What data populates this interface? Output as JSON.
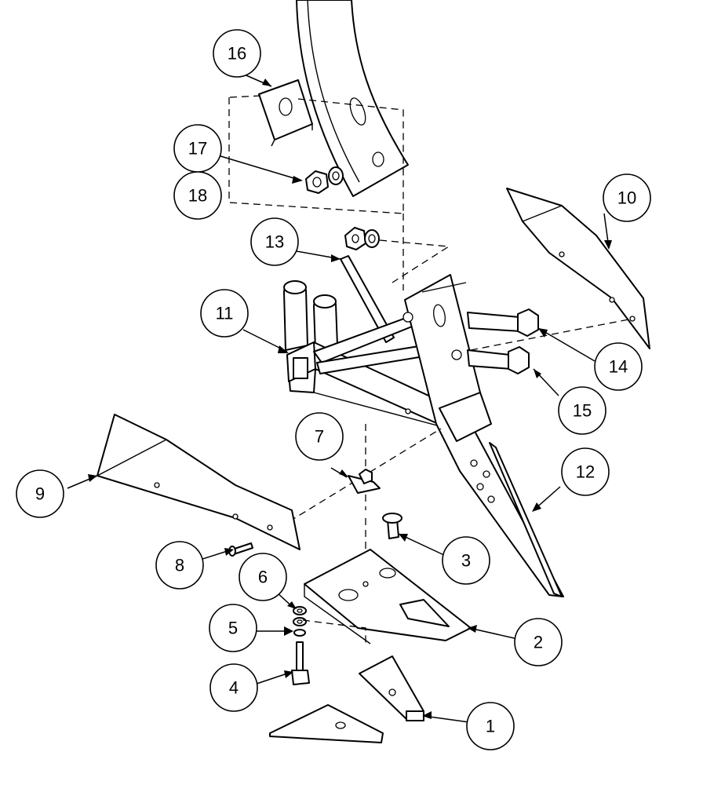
{
  "callouts": [
    {
      "id": "1",
      "label": "1",
      "part": "tip-block"
    },
    {
      "id": "2",
      "label": "2",
      "part": "shovel-point"
    },
    {
      "id": "3",
      "label": "3",
      "part": "plow-bolt"
    },
    {
      "id": "4",
      "label": "4",
      "part": "hex-bolt"
    },
    {
      "id": "5",
      "label": "5",
      "part": "lock-washer"
    },
    {
      "id": "6",
      "label": "6",
      "part": "nut"
    },
    {
      "id": "7",
      "label": "7",
      "part": "clip-nut"
    },
    {
      "id": "8",
      "label": "8",
      "part": "plow-bolt-small"
    },
    {
      "id": "9",
      "label": "9",
      "part": "left-wing"
    },
    {
      "id": "10",
      "label": "10",
      "part": "right-wing"
    },
    {
      "id": "11",
      "label": "11",
      "part": "frame-weldment"
    },
    {
      "id": "12",
      "label": "12",
      "part": "shank"
    },
    {
      "id": "13",
      "label": "13",
      "part": "brace-rod"
    },
    {
      "id": "14",
      "label": "14",
      "part": "hex-bolt-upper"
    },
    {
      "id": "15",
      "label": "15",
      "part": "hex-bolt-lower"
    },
    {
      "id": "16",
      "label": "16",
      "part": "clamp-plate"
    },
    {
      "id": "17",
      "label": "17",
      "part": "hex-nut"
    },
    {
      "id": "18",
      "label": "18",
      "part": "washer"
    }
  ],
  "colors": {
    "line": "#000000",
    "background": "#ffffff"
  }
}
